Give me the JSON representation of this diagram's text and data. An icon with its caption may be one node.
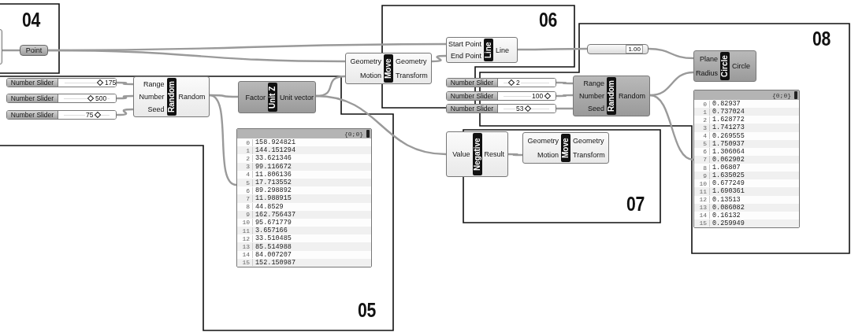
{
  "diagram": {
    "nodes": [
      {
        "text": [
          "04"
        ]
      },
      {
        "text": [],
        "shape": "box"
      },
      {
        "text": [
          "Point"
        ],
        "in": 0
      },
      {
        "text": [
          "06"
        ]
      },
      {
        "text": [
          "Start Point",
          "End Point",
          "Line",
          "Line"
        ],
        "in": 3
      },
      {
        "text": [
          "08"
        ]
      },
      {
        "text": [
          "1.00"
        ],
        "in": 5
      },
      {
        "text": [
          "Geometry",
          "Motion",
          "Move",
          "Geometry",
          "Transform"
        ]
      },
      {
        "text": [
          "Plane",
          "Radius",
          "Circle",
          "Circle"
        ],
        "in": 5
      },
      {
        "text": [
          "05"
        ]
      },
      {
        "text": [
          "Number Slider",
          "175"
        ],
        "in": 9
      },
      {
        "text": [
          "Number Slider",
          "500"
        ],
        "in": 9
      },
      {
        "text": [
          "Number Slider",
          "75"
        ],
        "in": 9
      },
      {
        "text": [
          "Range",
          "Number",
          "Seed",
          "Random",
          "Random"
        ],
        "in": 9
      },
      {
        "text": [
          "Factor",
          "Unit Z",
          "Unit vector"
        ],
        "in": 9
      },
      {
        "text": [
          "Number Slider",
          "2"
        ]
      },
      {
        "text": [
          "Number Slider",
          "100"
        ]
      },
      {
        "text": [
          "Number Slider",
          "53"
        ]
      },
      {
        "text": [
          "Range",
          "Number",
          "Seed",
          "Random",
          "Random"
        ],
        "in": 5
      },
      {
        "text": [
          "{0;0}",
          "0",
          "0.82937",
          "1",
          "0.737024",
          "2",
          "1.628772",
          "3",
          "1.741273",
          "4",
          "0.269555",
          "5",
          "1.750937",
          "6",
          "1.306064",
          "7",
          "0.062902",
          "8",
          "1.06807",
          "9",
          "1.635025",
          "10",
          "0.677249",
          "11",
          "1.690361",
          "12",
          "0.13513",
          "13",
          "0.086082",
          "14",
          "0.16132",
          "15",
          "0.259949"
        ],
        "in": 5
      },
      {
        "text": [
          "Value",
          "Negative",
          "Result"
        ]
      },
      {
        "text": [
          "07"
        ]
      },
      {
        "text": [
          "Geometry",
          "Motion",
          "Move",
          "Geometry",
          "Transform"
        ],
        "in": 21
      },
      {
        "text": [
          "{0;0}",
          "0",
          "158.924821",
          "1",
          "144.151294",
          "2",
          "33.621346",
          "3",
          "99.116672",
          "4",
          "11.806136",
          "5",
          "17.713552",
          "6",
          "89.298892",
          "7",
          "11.988915",
          "8",
          "44.8529",
          "9",
          "162.756437",
          "10",
          "95.671779",
          "11",
          "3.657166",
          "12",
          "33.510485",
          "13",
          "85.514988",
          "14",
          "84.007207",
          "15",
          "152.150987"
        ],
        "in": 9
      }
    ],
    "edges": [
      {
        "from": 1,
        "to": 2,
        "arrow": "none"
      },
      {
        "from": 2,
        "to": 7,
        "arrow": "none"
      },
      {
        "from": 2,
        "to": 4,
        "arrow": "none"
      },
      {
        "from": 10,
        "to": 13,
        "arrow": "none"
      },
      {
        "from": 11,
        "to": 13,
        "arrow": "none"
      },
      {
        "from": 12,
        "to": 13,
        "arrow": "none"
      },
      {
        "from": 13,
        "to": 14,
        "arrow": "none"
      },
      {
        "from": 13,
        "to": 23,
        "arrow": "none"
      },
      {
        "from": 14,
        "to": 7,
        "arrow": "none"
      },
      {
        "from": 14,
        "to": 20,
        "arrow": "none"
      },
      {
        "from": 7,
        "to": 4,
        "arrow": "none"
      },
      {
        "from": 4,
        "to": 6,
        "arrow": "none"
      },
      {
        "from": 6,
        "to": 8,
        "arrow": "none"
      },
      {
        "from": 15,
        "to": 18,
        "arrow": "none"
      },
      {
        "from": 16,
        "to": 18,
        "arrow": "none"
      },
      {
        "from": 17,
        "to": 18,
        "arrow": "none"
      },
      {
        "from": 18,
        "to": 8,
        "arrow": "none"
      },
      {
        "from": 18,
        "to": 19,
        "arrow": "none"
      },
      {
        "from": 20,
        "to": 22,
        "arrow": "none"
      }
    ]
  }
}
